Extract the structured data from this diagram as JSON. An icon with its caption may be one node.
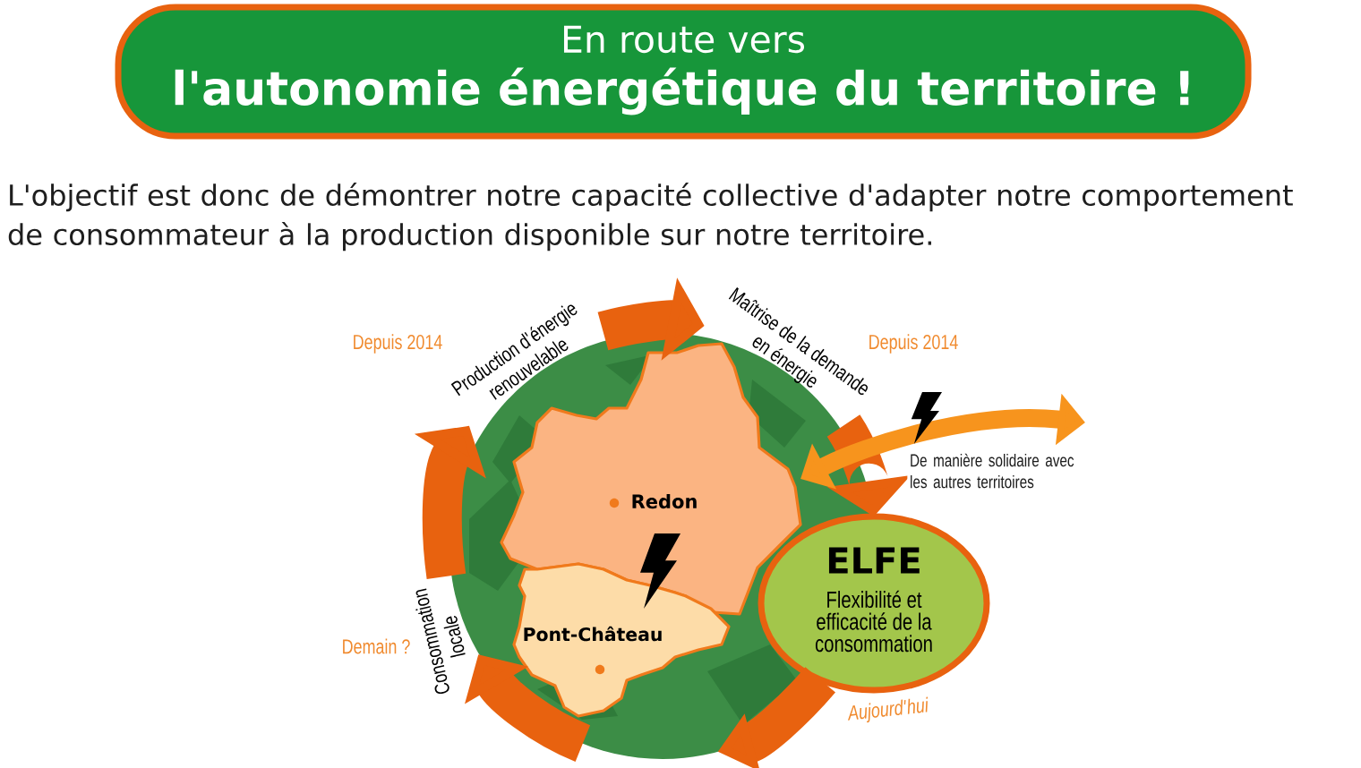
{
  "diagram": {
    "nodes": [
      {
        "text": [
          "En route vers",
          "l'autonomie énergétique du territoire !"
        ]
      },
      {
        "text": [
          "Production d'énergie renouvelable"
        ],
        "beside": [
          "Depuis 2014"
        ]
      },
      {
        "text": [
          "Maîtrise de la demande en énergie"
        ],
        "beside": [
          "Depuis 2014"
        ]
      },
      {
        "text": [
          "ELFE",
          "Flexibilité et efficacité de la consommation"
        ],
        "beside": [
          "Aujourd'hui"
        ]
      },
      {
        "text": [
          "Consommation locale"
        ],
        "beside": [
          "Demain ?"
        ]
      },
      {
        "text": [],
        "shape": "circle"
      },
      {
        "text": [
          "Redon"
        ],
        "in": 5
      },
      {
        "text": [
          "Pont-Château"
        ],
        "in": 5
      }
    ],
    "edges": [
      {
        "from": 1,
        "to": 2,
        "arrow": "to"
      },
      {
        "from": 2,
        "to": 3,
        "arrow": "to"
      },
      {
        "from": 3,
        "to": 5,
        "arrow": "to"
      },
      {
        "from": 5,
        "to": 4,
        "arrow": "to"
      },
      {
        "from": 4,
        "to": 1,
        "arrow": "to"
      },
      {
        "from": 6,
        "to": null,
        "arrow": "both",
        "label": "De manière solidaire avec les autres territoires",
        "color": "#f7941d"
      }
    ],
    "labels": [
      "L'objectif est donc de démontrer notre capacité collective d'adapter notre comportement de consommateur à la production disponible sur notre territoire."
    ]
  }
}
